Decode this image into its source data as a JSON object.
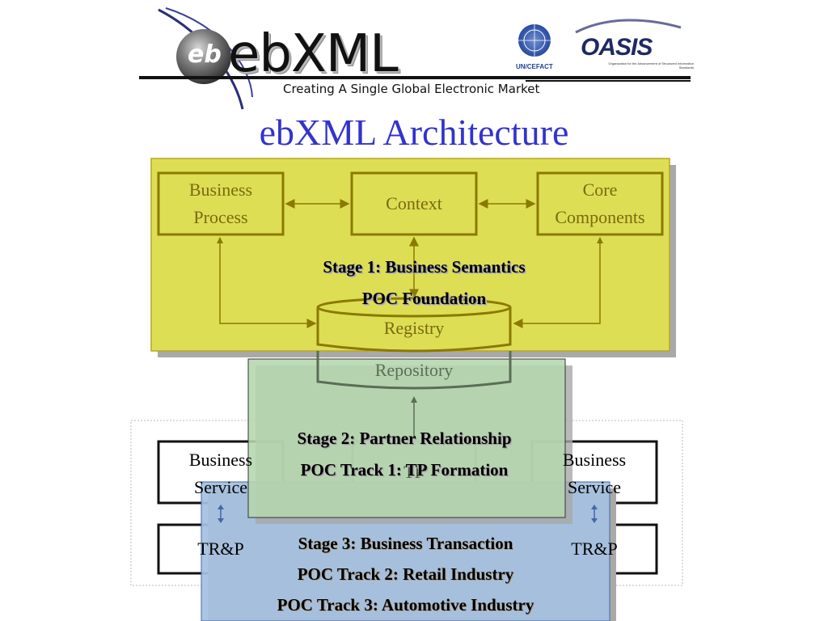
{
  "header": {
    "logo_text": "ebXML",
    "logo_orb_text": "eb",
    "tagline": "Creating A Single Global Electronic Market",
    "partner_1": "UN/CEFACT",
    "partner_2": "OASIS",
    "partner_2_subtitle": "Organization for the Advancement of Structured Information Standards"
  },
  "title": "ebXML Architecture",
  "boxes": {
    "business_process": "Business Process",
    "context": "Context",
    "core_components": "Core Components",
    "registry": "Registry",
    "repository": "Repository",
    "business_service_left": "Business Service",
    "business_service_right": "Business Service",
    "tp": "TP",
    "trp_left": "TR&P",
    "trp_right": "TR&P"
  },
  "stages": {
    "stage1_line1": "Stage 1:  Business Semantics",
    "stage1_line2": "POC Foundation",
    "stage2_line1": "Stage 2:  Partner Relationship",
    "stage2_line2": "POC Track 1:  TP Formation",
    "stage3_line1": "Stage 3:  Business Transaction",
    "stage3_line2": "POC Track 2:  Retail Industry",
    "stage3_line3": "POC Track 3:  Automotive Industry"
  },
  "colors": {
    "title": "#3333cc",
    "stage1_fill": "#dede55",
    "stage2_fill": "#b5d6ae",
    "stage3_fill": "#a6c1e0",
    "olive_line": "#8a7a00"
  }
}
